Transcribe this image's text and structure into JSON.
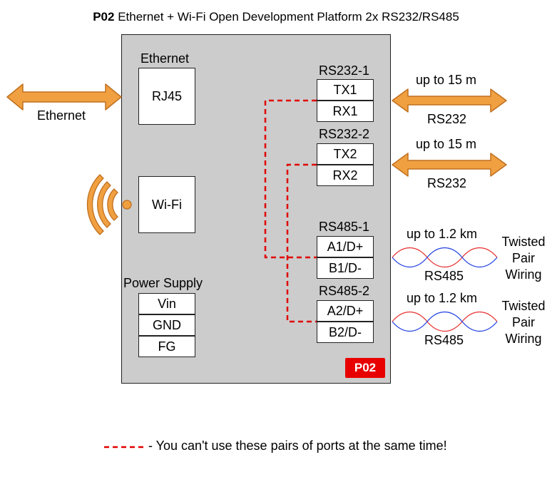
{
  "title": {
    "bold": "P02",
    "rest": " Ethernet +  Wi-Fi Open Development Platform 2x RS232/RS485"
  },
  "ethernet": {
    "section_label": "Ethernet",
    "port": "RJ45",
    "external_label": "Ethernet"
  },
  "wifi": {
    "label": "Wi-Fi"
  },
  "power": {
    "section_label": "Power Supply",
    "pins": [
      "Vin",
      "GND",
      "FG"
    ]
  },
  "rs232_1": {
    "header": "RS232-1",
    "pins": [
      "TX1",
      "RX1"
    ],
    "distance": "up to 15 m",
    "link_label": "RS232"
  },
  "rs232_2": {
    "header": "RS232-2",
    "pins": [
      "TX2",
      "RX2"
    ],
    "distance": "up to 15 m",
    "link_label": "RS232"
  },
  "rs485_1": {
    "header": "RS485-1",
    "pins": [
      "A1/D+",
      "B1/D-"
    ],
    "distance": "up to 1.2 km",
    "link_label": "RS485",
    "wiring": [
      "Twisted",
      "Pair",
      "Wiring"
    ]
  },
  "rs485_2": {
    "header": "RS485-2",
    "pins": [
      "A2/D+",
      "B2/D-"
    ],
    "distance": "up to 1.2 km",
    "link_label": "RS485",
    "wiring": [
      "Twisted",
      "Pair",
      "Wiring"
    ]
  },
  "badge": "P02",
  "note": "- You can't use these pairs of ports at the same time!",
  "colors": {
    "board": "#cccccc",
    "arrow_fill": "#f0a040",
    "arrow_stroke": "#c07020",
    "dashed": "#e00000",
    "wire_red": "#e83030",
    "wire_blue": "#2040e0",
    "badge": "#e80000"
  }
}
